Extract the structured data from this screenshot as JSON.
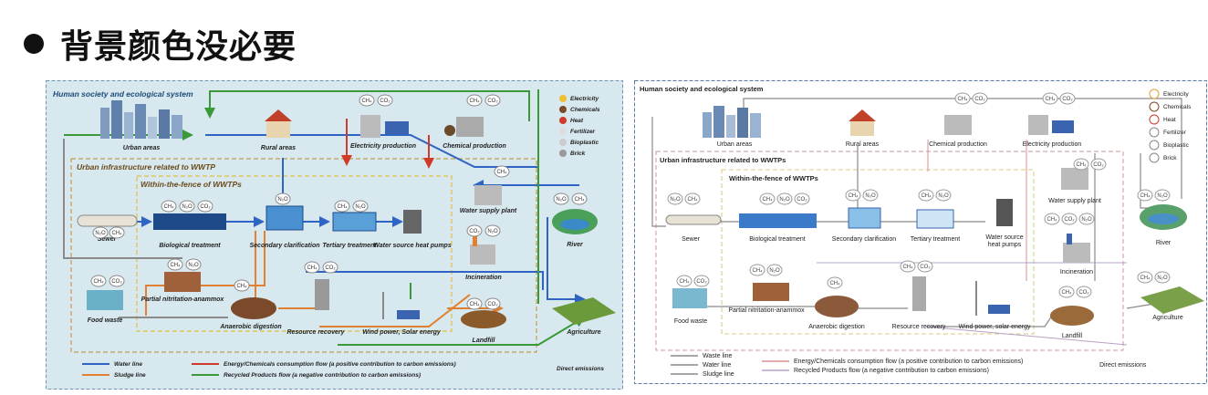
{
  "slide": {
    "title": "背景颜色没必要"
  },
  "diagram": {
    "region_outer": "Human society and ecological system",
    "region_middle": "Urban infrastructure related to WWTP",
    "region_middle_alt": "Urban infrastructure related to WWTPs",
    "region_inner": "Within-the-fence of WWTPs",
    "nodes": {
      "urban": "Urban areas",
      "rural": "Rural areas",
      "electricity_production": "Electricity production",
      "chemical_production": "Chemical production",
      "sewer": "Sewer",
      "biological": "Biological treatment",
      "secondary": "Secondary clarification",
      "tertiary": "Tertiary treatment",
      "heat_pumps": "Water source heat pumps",
      "heat_pumps_line1": "Water source",
      "heat_pumps_line2": "heat pumps",
      "water_supply": "Water supply plant",
      "river": "River",
      "incineration": "Incineration",
      "food_waste": "Food waste",
      "pna": "Partial nitritation-anammox",
      "anaerobic": "Anaerobic digestion",
      "resource": "Resource recovery",
      "wind_solar": "Wind power, Solar energy",
      "wind_solar_alt": "Wind power, solar energy",
      "landfill": "Landfill",
      "agriculture": "Agriculture"
    },
    "gases": {
      "ch4": "CH₄",
      "n2o": "N₂O",
      "co2": "CO₂"
    },
    "legend_side": [
      "Electricity",
      "Chemicals",
      "Heat",
      "Fertilizer",
      "Bioplastic",
      "Brick"
    ],
    "legend_bottom": {
      "waste": "Waste line",
      "water": "Water line",
      "sludge": "Sludge line",
      "energy": "Energy/Chemicals consumption flow (a positive contribution to carbon emissions)",
      "recycled": "Recycled Products flow (a negative contribution to carbon emissions)",
      "direct": "Direct emissions"
    }
  },
  "colors": {
    "left_bg": "#d7e8ef",
    "left_border": "#6d95b6",
    "water_line": "#2f63c4",
    "sludge_line": "#e08030",
    "energy_line": "#d03a2a",
    "recycled_line": "#3a9a3a",
    "waste_line": "#8a8a8a",
    "middle_box": "#c89a4a",
    "inner_box": "#e0c040",
    "right_line": "#8a8a8a",
    "right_energy": "#d89090",
    "right_recycled": "#b9a0c8"
  }
}
